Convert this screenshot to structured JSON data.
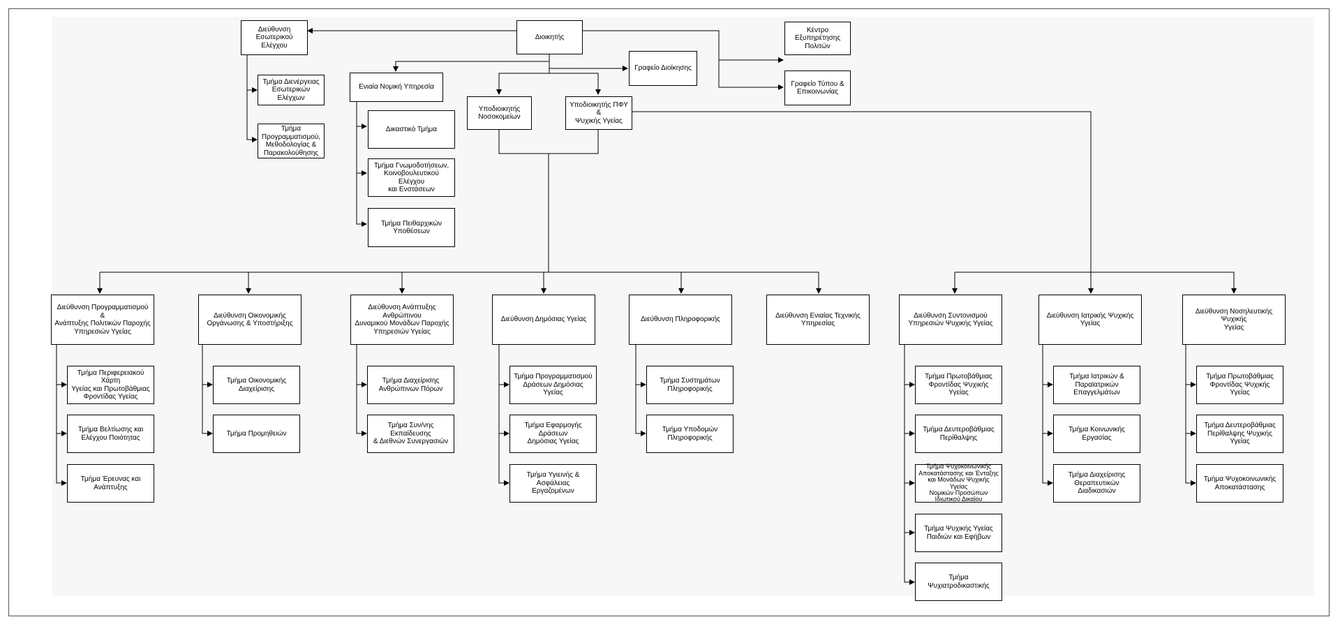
{
  "nodes": {
    "dioikitis": "Διοικητής",
    "eswterikos": "Διεύθυνση\nΕσωτερικού Ελέγχου",
    "kentro": "Κέντρο\nΕξυπηρέτησης\nΠολιτών",
    "grafeio_dioikisis": "Γραφείο Διοίκησης",
    "grafeio_typou": "Γραφείο Τύπου &\nΕπικοινωνίας",
    "nomiki": "Ενιαία Νομική Υπηρεσία",
    "energeias": "Τμήμα Διενέργειας\nΕσωτερικών Ελέγχων",
    "programmatismou_meth": "Τμήμα\nΠρογραμματισμού,\nΜεθοδολογίας &\nΠαρακολούθησης",
    "dikastiko": "Δικαστικό Τμήμα",
    "gnomodotiseon": "Τμήμα Γνωμοδοτήσεων,\nΚοινοβουλευτικού Ελέγχου\nκαι Ενστάσεων",
    "peitharxikon": "Τμήμα Πειθαρχικών\nΥποθέσεων",
    "ypo_nosokomeion": "Υποδιοικητής\nΝοσοκομείων",
    "ypo_pfy": "Υποδιοικητής ΠΦΥ &\nΨυχικής Υγείας",
    "d_programmatismou": "Διεύθυνση Προγραμματισμού &\nΑνάπτυξης Πολιτικών Παροχής\nΥπηρεσιών Υγείας",
    "d_oikonomikis": "Διεύθυνση Οικονομικής\nΟργάνωσης & Υποστήριξης",
    "d_anthropinou": "Διεύθυνση Ανάπτυξης Ανθρώπινου\nΔυναμικού Μονάδων Παροχής\nΥπηρεσιών Υγείας",
    "d_dimosias": "Διεύθυνση Δημόσιας Υγείας",
    "d_pliroforikis": "Διεύθυνση Πληροφορικής",
    "d_texnikis": "Διεύθυνση Ενιαίας Τεχνικής\nΥπηρεσίας",
    "d_syntonismou": "Διεύθυνση Συντονισμού\nΥπηρεσιών Ψυχικής Υγείας",
    "d_iatrikis": "Διεύθυνση Ιατρικής Ψυχικής Υγείας",
    "d_nosileftikis": "Διεύθυνση Νοσηλευτικής Ψυχικής\nΥγείας",
    "t_xarti": "Τμήμα Περιφερειακού Χάρτη\nΥγείας και Πρωτοβάθμιας\nΦροντίδας Υγείας",
    "t_veltiosis": "Τμήμα Βελτίωσης και\nΕλέγχου Ποιότητας",
    "t_erevnas": "Τμήμα Έρευνας και\nΑνάπτυξης",
    "t_oik_diax": "Τμήμα Οικονομικής\nΔιαχείρισης",
    "t_promitheion": "Τμήμα Προμηθειών",
    "t_anthr_porwn": "Τμήμα Διαχείρισης\nΑνθρώπινων Πόρων",
    "t_ekpaideusis": "Τμήμα Συν/νης Εκπαίδευσης\n& Διεθνών Συνεργασιών",
    "t_prog_drasewn": "Τμήμα Προγραμματισμού\nΔράσεων Δημόσιας Υγείας",
    "t_efarmogis": "Τμήμα Εφαρμογής Δράσεων\nΔημόσιας Υγείας",
    "t_ygieinis": "Τμήμα Υγιεινής & Ασφάλειας\nΕργαζομένων",
    "t_systimaton": "Τμήμα Συστημάτων\nΠληροφορικής",
    "t_ypodomon": "Τμήμα Υποδομών\nΠληροφορικής",
    "t_protovathmias_psy": "Τμήμα Πρωτοβάθμιας\nΦροντίδας Ψυχικής Υγείας",
    "t_defterovathmias": "Τμήμα Δευτεροβάθμιας\nΠερίθαλψης",
    "t_psyxokoin_apok": "Τμήμα Ψυχοκοινωνικής\nΑποκατάστασης και Ένταξης\nκαι Μονάδων Ψυχικής Υγείας\nΝομικών Προσώπων\nΙδιωτικού Δικαίου",
    "t_paidion": "Τμήμα Ψυχικής Υγείας\nΠαιδιών και Εφήβων",
    "t_psyxiatrodik": "Τμήμα Ψυχιατροδικαστικής",
    "t_iatrikon": "Τμήμα Ιατρικών &\nΠαραϊατρικών\nΕπαγγελμάτων",
    "t_koinonikis": "Τμήμα Κοινωνικής Εργασίας",
    "t_therapeftikon": "Τμήμα Διαχείρισης\nΘεραπευτικών Διαδικασιών",
    "t_n_protovathmias": "Τμήμα Πρωτοβάθμιας\nΦροντίδας Ψυχικής Υγείας",
    "t_n_defterovathmias": "Τμήμα Δευτεροβάθμιας\nΠερίθαλψης Ψυχικής Υγείας",
    "t_n_psyxokoin": "Τμήμα Ψυχοκοινωνικής\nΑποκατάστασης"
  }
}
